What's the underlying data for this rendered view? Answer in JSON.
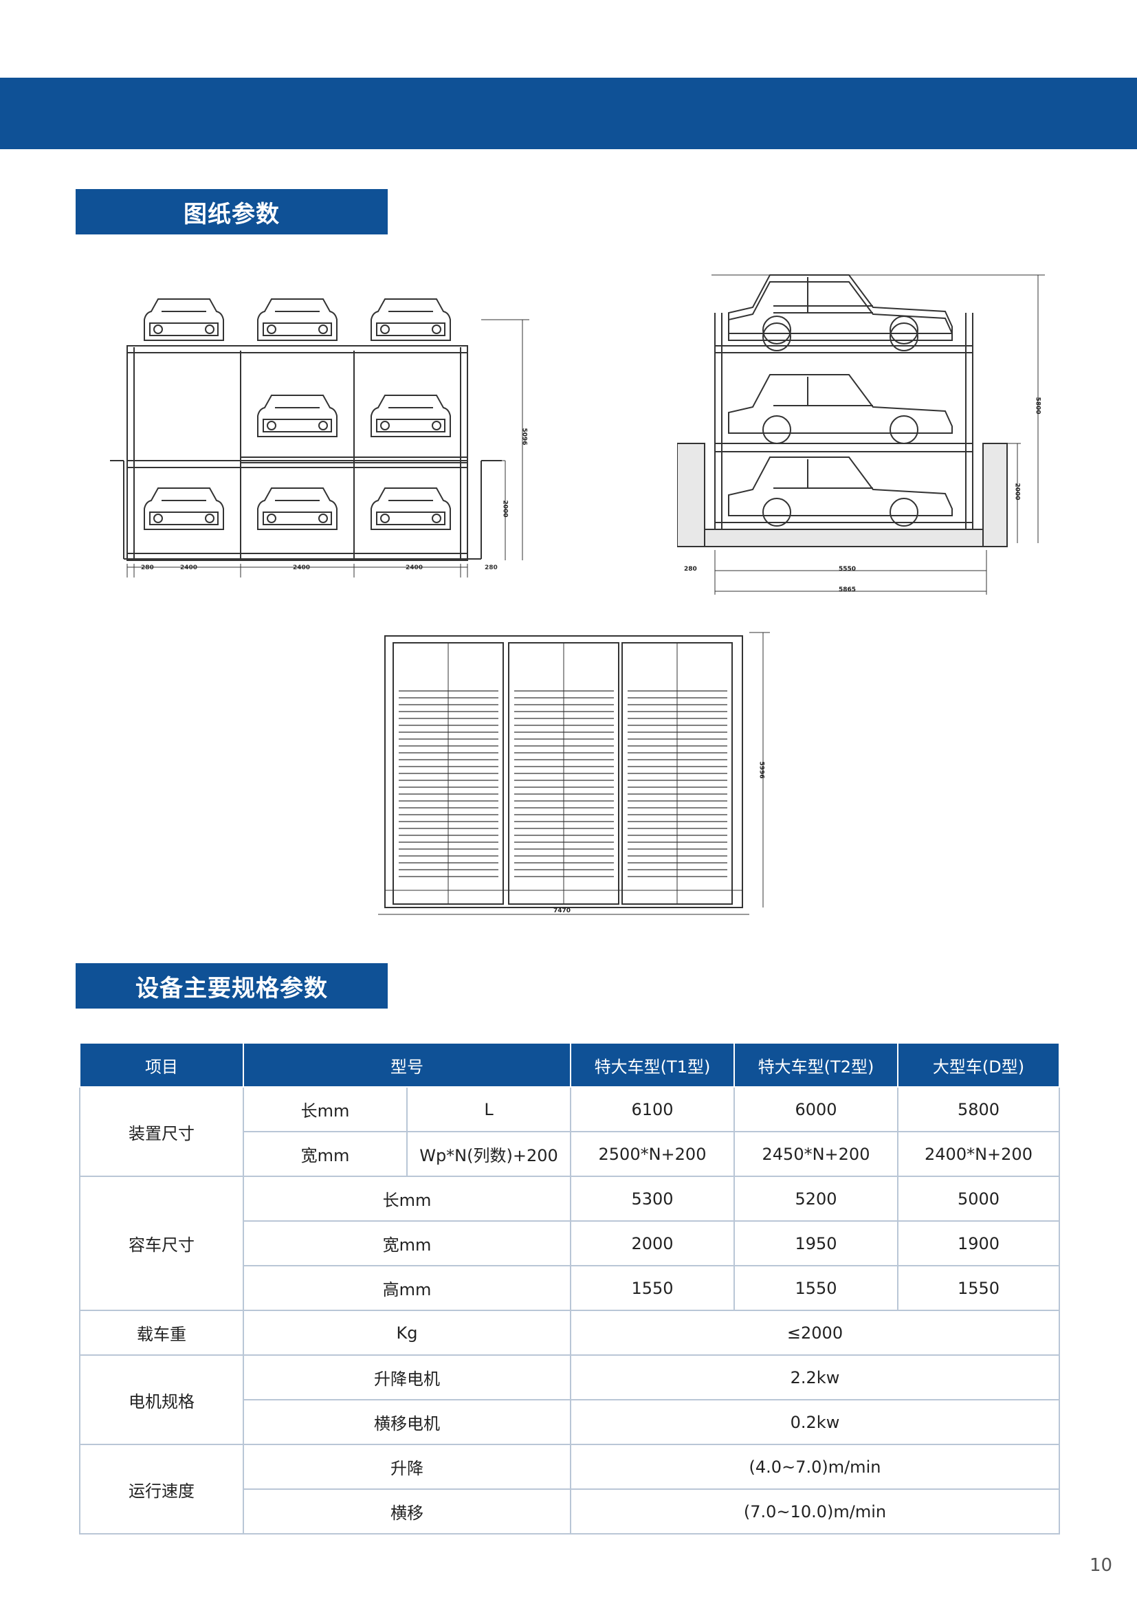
{
  "sections": {
    "drawing_title": "图纸参数",
    "spec_title": "设备主要规格参数"
  },
  "drawings": {
    "front": {
      "dims_bottom": [
        "280",
        "2400",
        "2400",
        "2400",
        "280"
      ],
      "dim_total_h": "5096",
      "dim_ground": "2000"
    },
    "side": {
      "dims_bottom": [
        "280",
        "5550",
        "5865"
      ],
      "dim_total_h": "5800",
      "dim_ground": "2000"
    },
    "top": {
      "dim_bottom": "7470",
      "dim_right": "5996"
    }
  },
  "table": {
    "header": [
      "项目",
      "型号",
      "特大车型(T1型)",
      "特大车型(T2型)",
      "大型车(D型)"
    ],
    "device_size": {
      "label": "装置尺寸",
      "rows": [
        {
          "param": "长mm",
          "model": "L",
          "values": [
            "6100",
            "6000",
            "5800"
          ]
        },
        {
          "param": "宽mm",
          "model": "Wp*N(列数)+200",
          "values": [
            "2500*N+200",
            "2450*N+200",
            "2400*N+200"
          ]
        }
      ]
    },
    "car_size": {
      "label": "容车尺寸",
      "rows": [
        {
          "param": "长mm",
          "values": [
            "5300",
            "5200",
            "5000"
          ]
        },
        {
          "param": "宽mm",
          "values": [
            "2000",
            "1950",
            "1900"
          ]
        },
        {
          "param": "高mm",
          "values": [
            "1550",
            "1550",
            "1550"
          ]
        }
      ]
    },
    "load": {
      "label": "载车重",
      "param": "Kg",
      "value": "≤2000"
    },
    "motor": {
      "label": "电机规格",
      "rows": [
        {
          "param": "升降电机",
          "value": "2.2kw"
        },
        {
          "param": "横移电机",
          "value": "0.2kw"
        }
      ]
    },
    "speed": {
      "label": "运行速度",
      "rows": [
        {
          "param": "升降",
          "value": "(4.0~7.0)m/min"
        },
        {
          "param": "横移",
          "value": "(7.0~10.0)m/min"
        }
      ]
    }
  },
  "page_number": "10"
}
